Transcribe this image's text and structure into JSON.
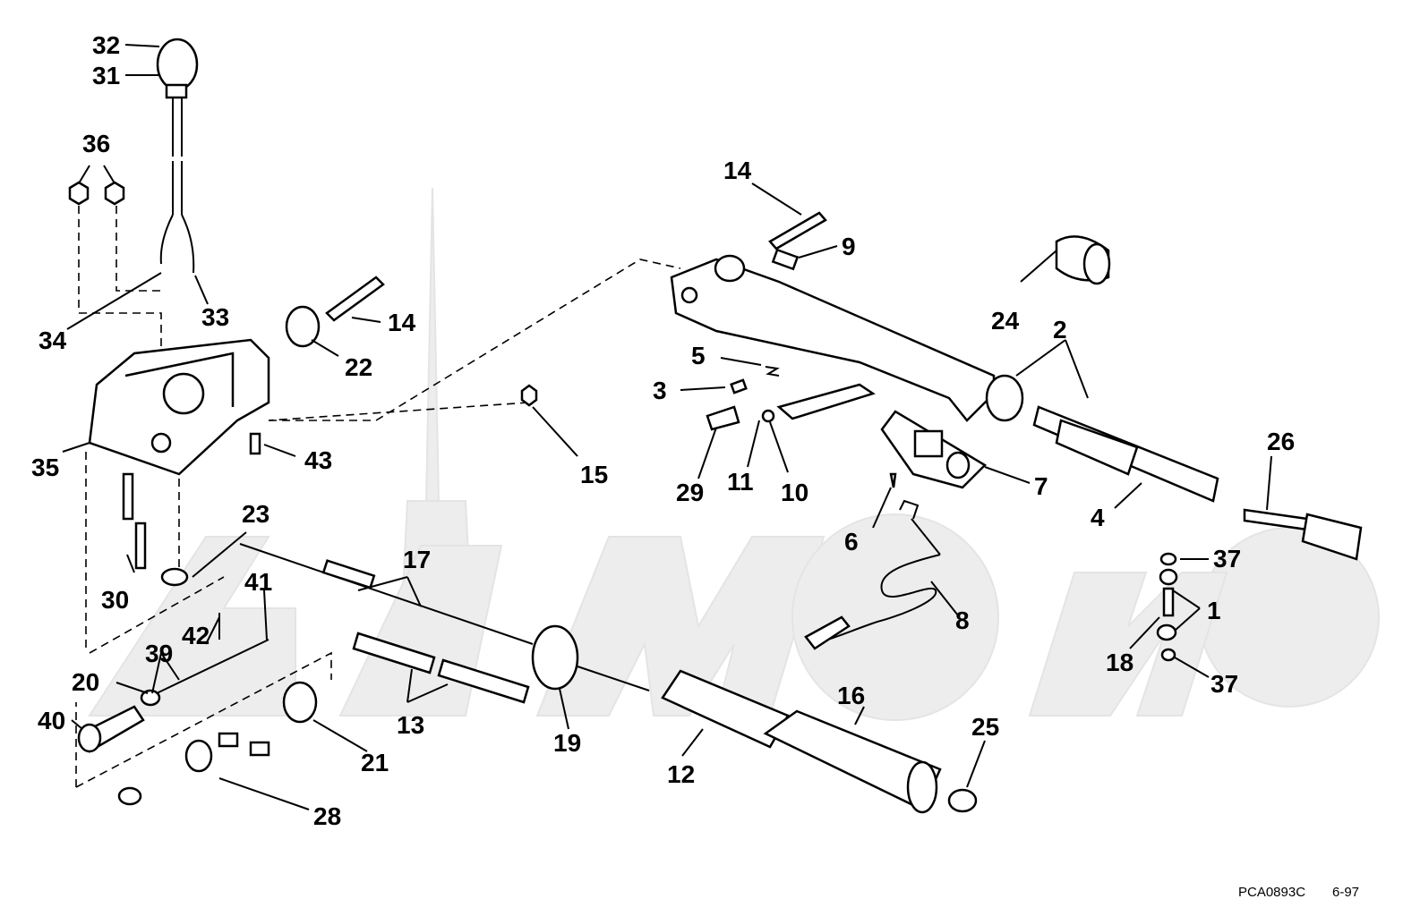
{
  "diagram": {
    "callouts": {
      "c1": "1",
      "c2": "2",
      "c3": "3",
      "c4": "4",
      "c5": "5",
      "c6": "6",
      "c7": "7",
      "c8": "8",
      "c9": "9",
      "c10": "10",
      "c11": "11",
      "c12": "12",
      "c13": "13",
      "c14a": "14",
      "c14b": "14",
      "c15": "15",
      "c16": "16",
      "c17": "17",
      "c18": "18",
      "c19": "19",
      "c20": "20",
      "c21": "21",
      "c22": "22",
      "c23": "23",
      "c24": "24",
      "c25": "25",
      "c26": "26",
      "c28": "28",
      "c29": "29",
      "c30": "30",
      "c31": "31",
      "c32": "32",
      "c33": "33",
      "c34": "34",
      "c35": "35",
      "c36": "36",
      "c37a": "37",
      "c37b": "37",
      "c39": "39",
      "c40": "40",
      "c41": "41",
      "c42": "42",
      "c43": "43"
    },
    "reference_code": "PCA0893C",
    "revision_date": "6-97"
  }
}
